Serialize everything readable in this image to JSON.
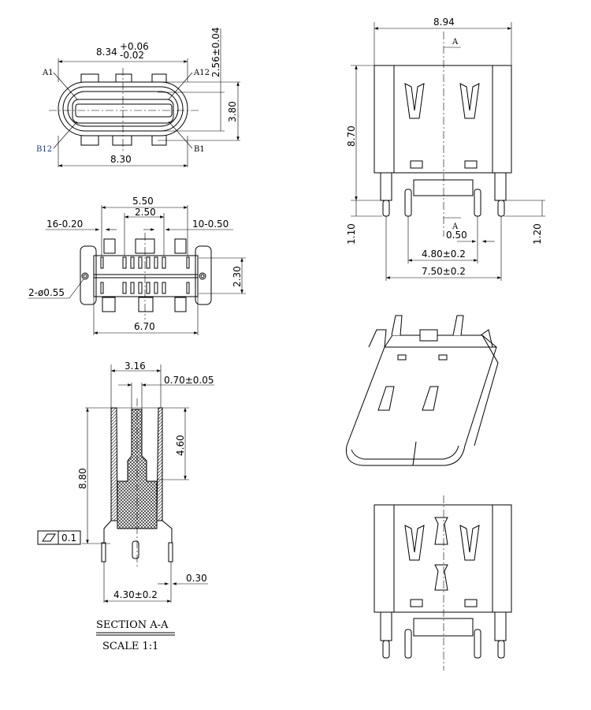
{
  "front_view": {
    "width_nominal": "8.34",
    "width_tol_plus": "+0.06",
    "width_tol_minus": "-0.02",
    "height_offset": "2.56±0.04",
    "height": "3.80",
    "body_width": "8.30",
    "pin_a1": "A1",
    "pin_a12": "A12",
    "pin_b12": "B12",
    "pin_b1": "B1"
  },
  "footprint_view": {
    "outer_pitch": "5.50",
    "inner_pitch": "2.50",
    "pin_width": "16-0.20",
    "pin_pitch": "10-0.50",
    "hole": "2-ø0.55",
    "row_spacing": "2.30",
    "overall_width": "6.70"
  },
  "section_view": {
    "width": "3.16",
    "tongue": "0.70±0.05",
    "depth": "4.60",
    "height": "8.80",
    "flatness": "0.1",
    "pin_thickness": "0.30",
    "leg_spacing": "4.30±0.2",
    "title": "SECTION A-A",
    "scale": "SCALE 1:1"
  },
  "top_view": {
    "width": "8.94",
    "section_mark_top": "A",
    "section_mark_bottom": "A",
    "height": "8.70",
    "leg_left": "1.10",
    "pitch": "0.50",
    "inner_span": "4.80±0.2",
    "leg_right": "1.20",
    "outer_span": "7.50±0.2"
  }
}
